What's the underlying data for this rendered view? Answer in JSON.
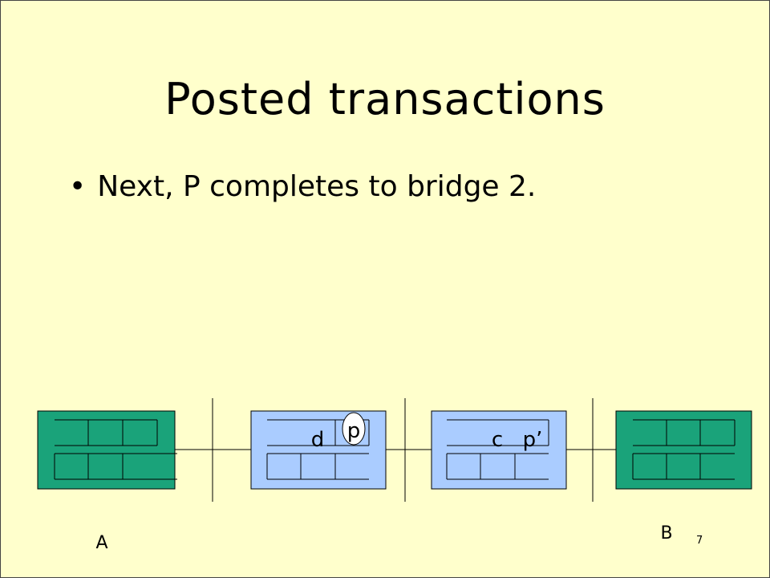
{
  "slide": {
    "title": "Posted transactions",
    "bullet": "Next, P completes to bridge 2.",
    "page_number": "7"
  },
  "diagram": {
    "colors": {
      "end_box": "#1aa37a",
      "bridge_box": "#aaccff",
      "stroke": "#000000"
    },
    "bridge1": {
      "slot_left": "d",
      "token": "p"
    },
    "bridge2": {
      "slot_left": "c",
      "slot_right": "p’"
    },
    "labels": {
      "left": "A",
      "right": "B"
    }
  }
}
